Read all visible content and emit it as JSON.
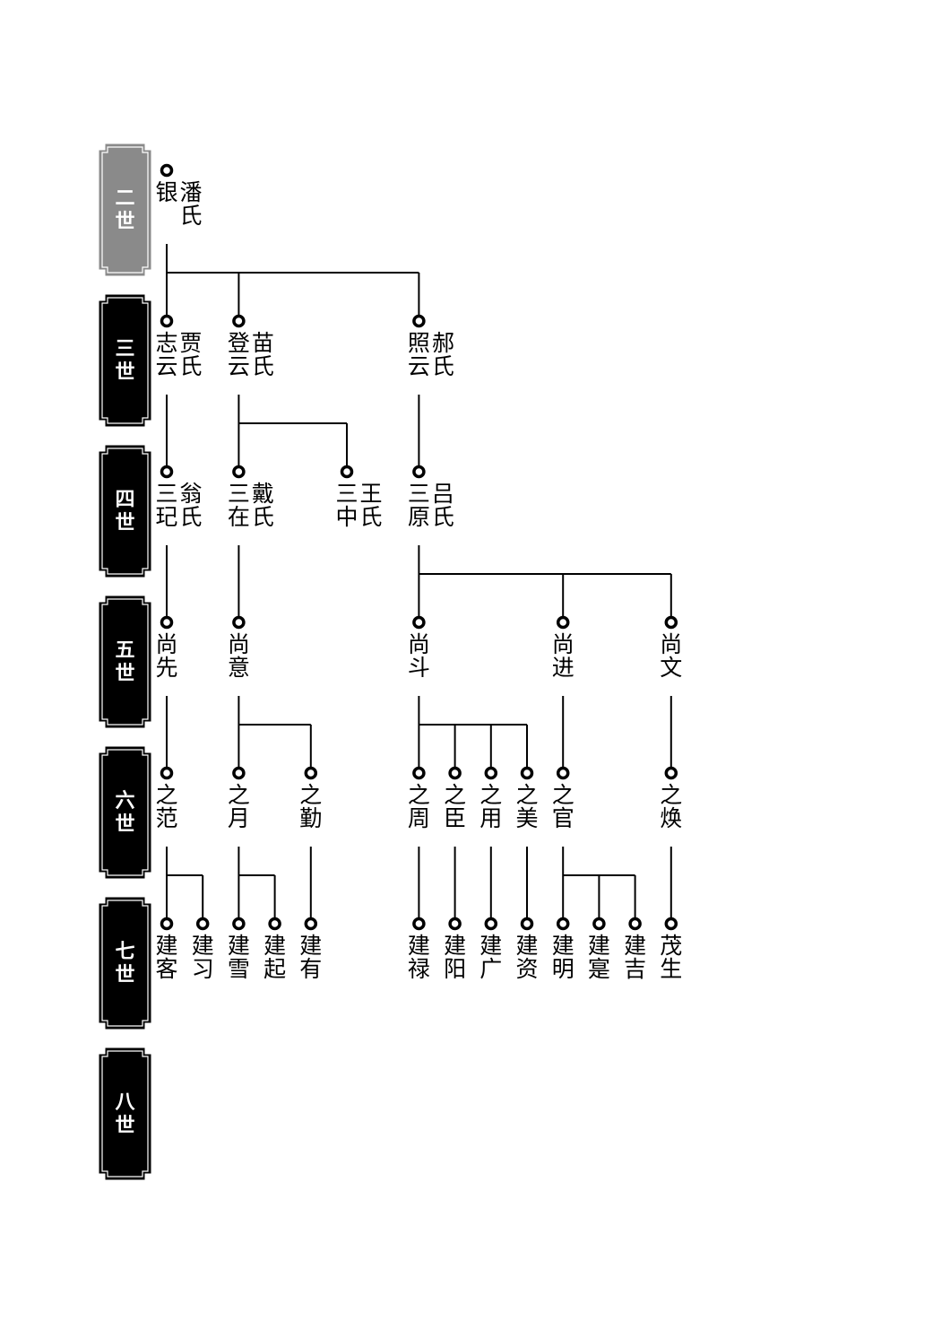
{
  "generations": [
    {
      "label": "二世",
      "muted": true
    },
    {
      "label": "三世",
      "muted": false
    },
    {
      "label": "四世",
      "muted": false
    },
    {
      "label": "五世",
      "muted": false
    },
    {
      "label": "六世",
      "muted": false
    },
    {
      "label": "七世",
      "muted": false
    },
    {
      "label": "八世",
      "muted": false
    }
  ],
  "people": [
    {
      "id": "yin",
      "gen": 0,
      "col": 0,
      "name": "银",
      "spouse": "潘氏"
    },
    {
      "id": "zhiyun",
      "gen": 1,
      "col": 0,
      "name": "志云",
      "spouse": "贾氏",
      "parent": "yin"
    },
    {
      "id": "dengyun",
      "gen": 1,
      "col": 2,
      "name": "登云",
      "spouse": "苗氏",
      "parent": "yin"
    },
    {
      "id": "zhaoyun",
      "gen": 1,
      "col": 7,
      "name": "照云",
      "spouse": "郝氏",
      "parent": "yin"
    },
    {
      "id": "sanqi",
      "gen": 2,
      "col": 0,
      "name": "三玘",
      "spouse": "翁氏",
      "parent": "zhiyun"
    },
    {
      "id": "sanzai",
      "gen": 2,
      "col": 2,
      "name": "三在",
      "spouse": "戴氏",
      "parent": "dengyun"
    },
    {
      "id": "sanzhong",
      "gen": 2,
      "col": 5,
      "name": "三中",
      "spouse": "王氏",
      "parent": "dengyun"
    },
    {
      "id": "sanyuan",
      "gen": 2,
      "col": 7,
      "name": "三原",
      "spouse": "吕氏",
      "parent": "zhaoyun"
    },
    {
      "id": "shangxian",
      "gen": 3,
      "col": 0,
      "name": "尚先",
      "parent": "sanqi"
    },
    {
      "id": "shangyi",
      "gen": 3,
      "col": 2,
      "name": "尚意",
      "parent": "sanzai"
    },
    {
      "id": "shangdou",
      "gen": 3,
      "col": 7,
      "name": "尚斗",
      "parent": "sanyuan"
    },
    {
      "id": "shangjin",
      "gen": 3,
      "col": 11,
      "name": "尚进",
      "parent": "sanyuan"
    },
    {
      "id": "shangwen",
      "gen": 3,
      "col": 14,
      "name": "尚文",
      "parent": "sanyuan"
    },
    {
      "id": "zhifan",
      "gen": 4,
      "col": 0,
      "name": "之范",
      "parent": "shangxian"
    },
    {
      "id": "zhiyue",
      "gen": 4,
      "col": 2,
      "name": "之月",
      "parent": "shangyi"
    },
    {
      "id": "zhiqin",
      "gen": 4,
      "col": 4,
      "name": "之勤",
      "parent": "shangyi"
    },
    {
      "id": "zhizhou",
      "gen": 4,
      "col": 7,
      "name": "之周",
      "parent": "shangdou"
    },
    {
      "id": "zhichen",
      "gen": 4,
      "col": 8,
      "name": "之臣",
      "parent": "shangdou"
    },
    {
      "id": "zhiyong",
      "gen": 4,
      "col": 9,
      "name": "之用",
      "parent": "shangdou"
    },
    {
      "id": "zhimei",
      "gen": 4,
      "col": 10,
      "name": "之美",
      "parent": "shangdou"
    },
    {
      "id": "zhiguan",
      "gen": 4,
      "col": 11,
      "name": "之官",
      "parent": "shangjin"
    },
    {
      "id": "zhihuan",
      "gen": 4,
      "col": 14,
      "name": "之焕",
      "parent": "shangwen"
    },
    {
      "id": "jianke",
      "gen": 5,
      "col": 0,
      "name": "建客",
      "parent": "zhifan"
    },
    {
      "id": "jianxi",
      "gen": 5,
      "col": 1,
      "name": "建习",
      "parent": "zhifan"
    },
    {
      "id": "jianxue",
      "gen": 5,
      "col": 2,
      "name": "建雪",
      "parent": "zhiyue"
    },
    {
      "id": "jianqi",
      "gen": 5,
      "col": 3,
      "name": "建起",
      "parent": "zhiyue"
    },
    {
      "id": "jianyou",
      "gen": 5,
      "col": 4,
      "name": "建有",
      "parent": "zhiqin"
    },
    {
      "id": "jianlu",
      "gen": 5,
      "col": 7,
      "name": "建禄",
      "parent": "zhizhou"
    },
    {
      "id": "jianyang",
      "gen": 5,
      "col": 8,
      "name": "建阳",
      "parent": "zhichen"
    },
    {
      "id": "jianguang",
      "gen": 5,
      "col": 9,
      "name": "建广",
      "parent": "zhiyong"
    },
    {
      "id": "jianzi",
      "gen": 5,
      "col": 10,
      "name": "建资",
      "parent": "zhimei"
    },
    {
      "id": "jianming",
      "gen": 5,
      "col": 11,
      "name": "建明",
      "parent": "zhiguan"
    },
    {
      "id": "jianzhan",
      "gen": 5,
      "col": 12,
      "name": "建寔",
      "parent": "zhiguan"
    },
    {
      "id": "jianji",
      "gen": 5,
      "col": 13,
      "name": "建吉",
      "parent": "zhiguan"
    },
    {
      "id": "maosheng",
      "gen": 5,
      "col": 14,
      "name": "茂生",
      "parent": "zhihuan"
    }
  ]
}
